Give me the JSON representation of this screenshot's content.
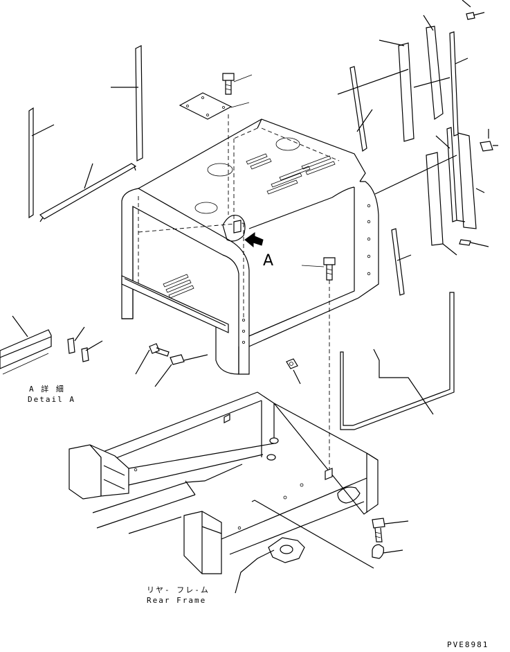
{
  "callout": "A",
  "detail": {
    "jp": "A 詳 細",
    "en": "Detail A"
  },
  "rear_frame": {
    "jp": "リヤ- フレ-ム",
    "en": "Rear Frame"
  },
  "drawing_number": "PVE8981"
}
